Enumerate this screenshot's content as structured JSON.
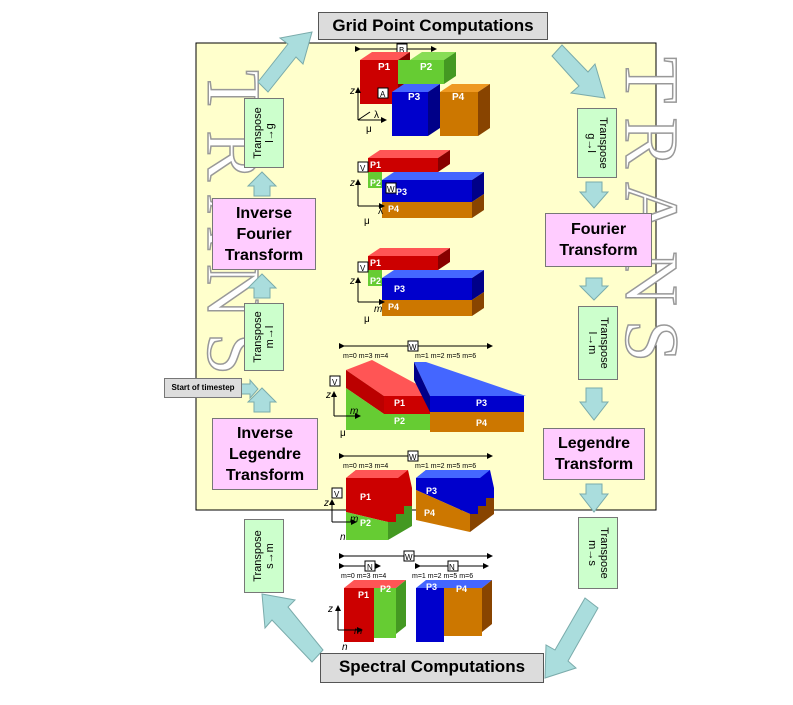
{
  "headers": {
    "top": "Grid Point Computations",
    "bottom": "Spectral Computations"
  },
  "watermark": {
    "left": "TRANS",
    "right": "TRANS"
  },
  "boxes": {
    "inv_fourier": [
      "Inverse",
      "Fourier",
      "Transform"
    ],
    "fourier": [
      "Fourier",
      "Transform"
    ],
    "inv_legendre": [
      "Inverse",
      "Legendre",
      "Transform"
    ],
    "legendre": [
      "Legendre",
      "Transform"
    ]
  },
  "transposes": {
    "l_g": [
      "Transpose",
      "l→g"
    ],
    "m_l_left": [
      "Transpose",
      "m→l"
    ],
    "s_m": [
      "Transpose",
      "s→m"
    ],
    "g_l": [
      "Transpose",
      "g→l"
    ],
    "l_m": [
      "Transpose",
      "l→m"
    ],
    "m_s": [
      "Transpose",
      "m→s"
    ]
  },
  "start_label": "Start of timestep",
  "processors": [
    "P1",
    "P2",
    "P3",
    "P4"
  ],
  "axis_labels": {
    "z": "z",
    "lambda": "λ",
    "mu": "μ",
    "m": "m",
    "n": "n"
  },
  "dim_labels": {
    "A": "A",
    "B": "B",
    "V": "V",
    "W": "W",
    "N": "N"
  },
  "m_ticks": {
    "left": "m=0  m=3  m=4",
    "right": "m=1  m=2  m=5  m=6"
  },
  "colors": {
    "p1": "#cc0000",
    "p2": "#66cc33",
    "p3": "#0000cc",
    "p4": "#cc7700",
    "panel": "#ffffcc",
    "arrow": "#aadddd"
  }
}
